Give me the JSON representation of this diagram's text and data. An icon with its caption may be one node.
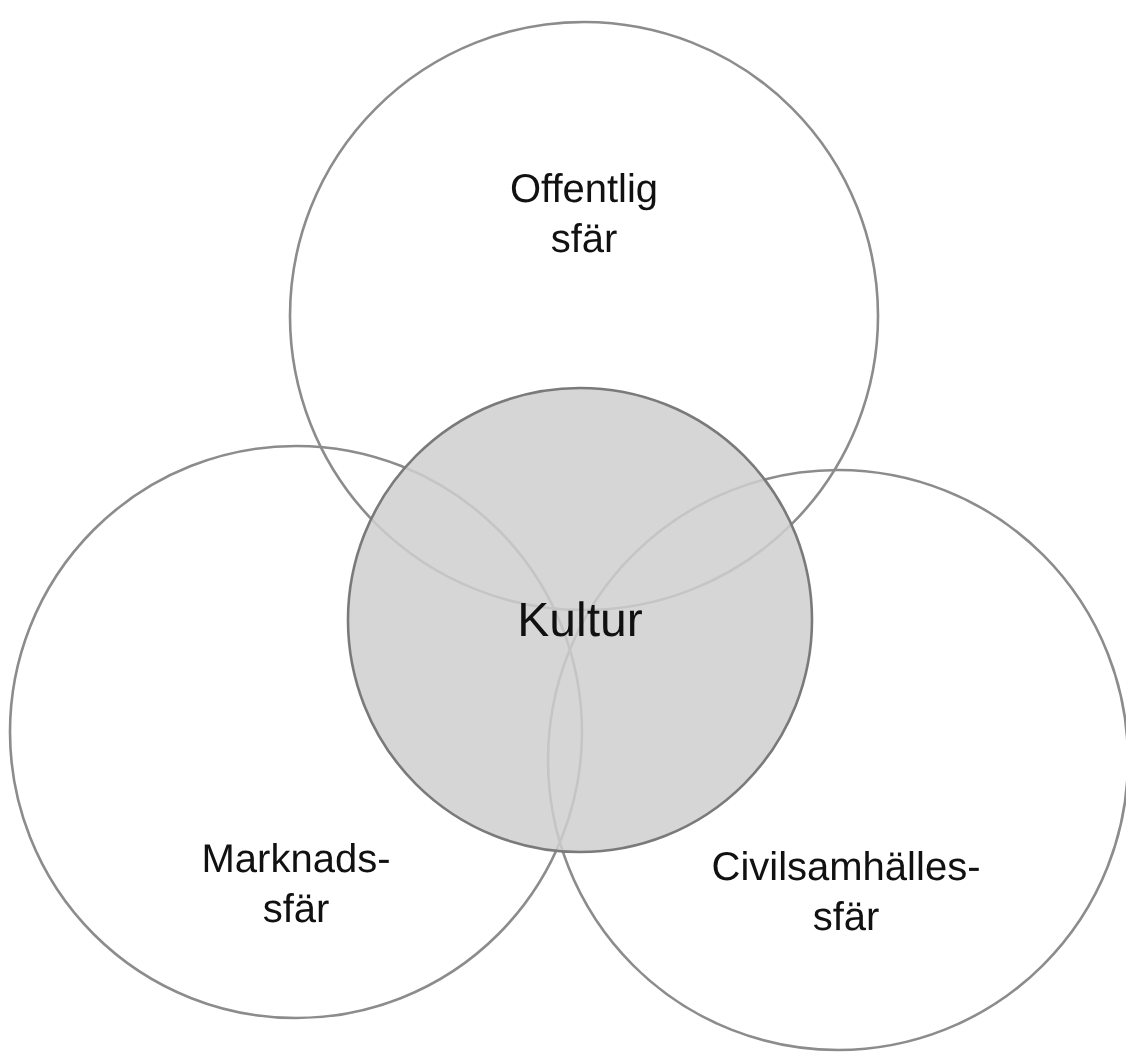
{
  "diagram": {
    "nodes": [
      {
        "text": [
          "Offentlig sfär"
        ]
      },
      {
        "text": [
          "Kultur"
        ]
      },
      {
        "text": [
          "Marknads- sfär"
        ]
      },
      {
        "text": [
          "Civilsamhälles- sfär"
        ]
      }
    ]
  }
}
